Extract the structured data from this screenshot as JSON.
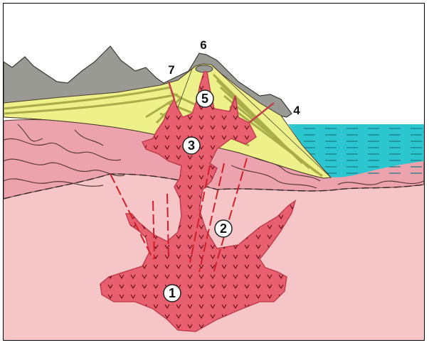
{
  "diagram": {
    "labels": {
      "chamber": "1",
      "dikes": "2",
      "intrusion": "3",
      "flank": "4",
      "conduit": "5",
      "summit": "6",
      "side_vent": "7"
    },
    "colors": {
      "background": "#ffffff",
      "deep_crust": "#f5c5c7",
      "folded_crust": "#eca3ad",
      "magma": "#e8606f",
      "magma_edge": "#c0404e",
      "magma_pattern": "#6a0f1c",
      "dike_lines": "#d0202a",
      "sediment_yellow": "#eef08a",
      "sediment_olive": "#a9ad4a",
      "mountains": "#9a9a94",
      "sea": "#2bc6cf",
      "ridge_outline": "#4a3a2a"
    }
  }
}
